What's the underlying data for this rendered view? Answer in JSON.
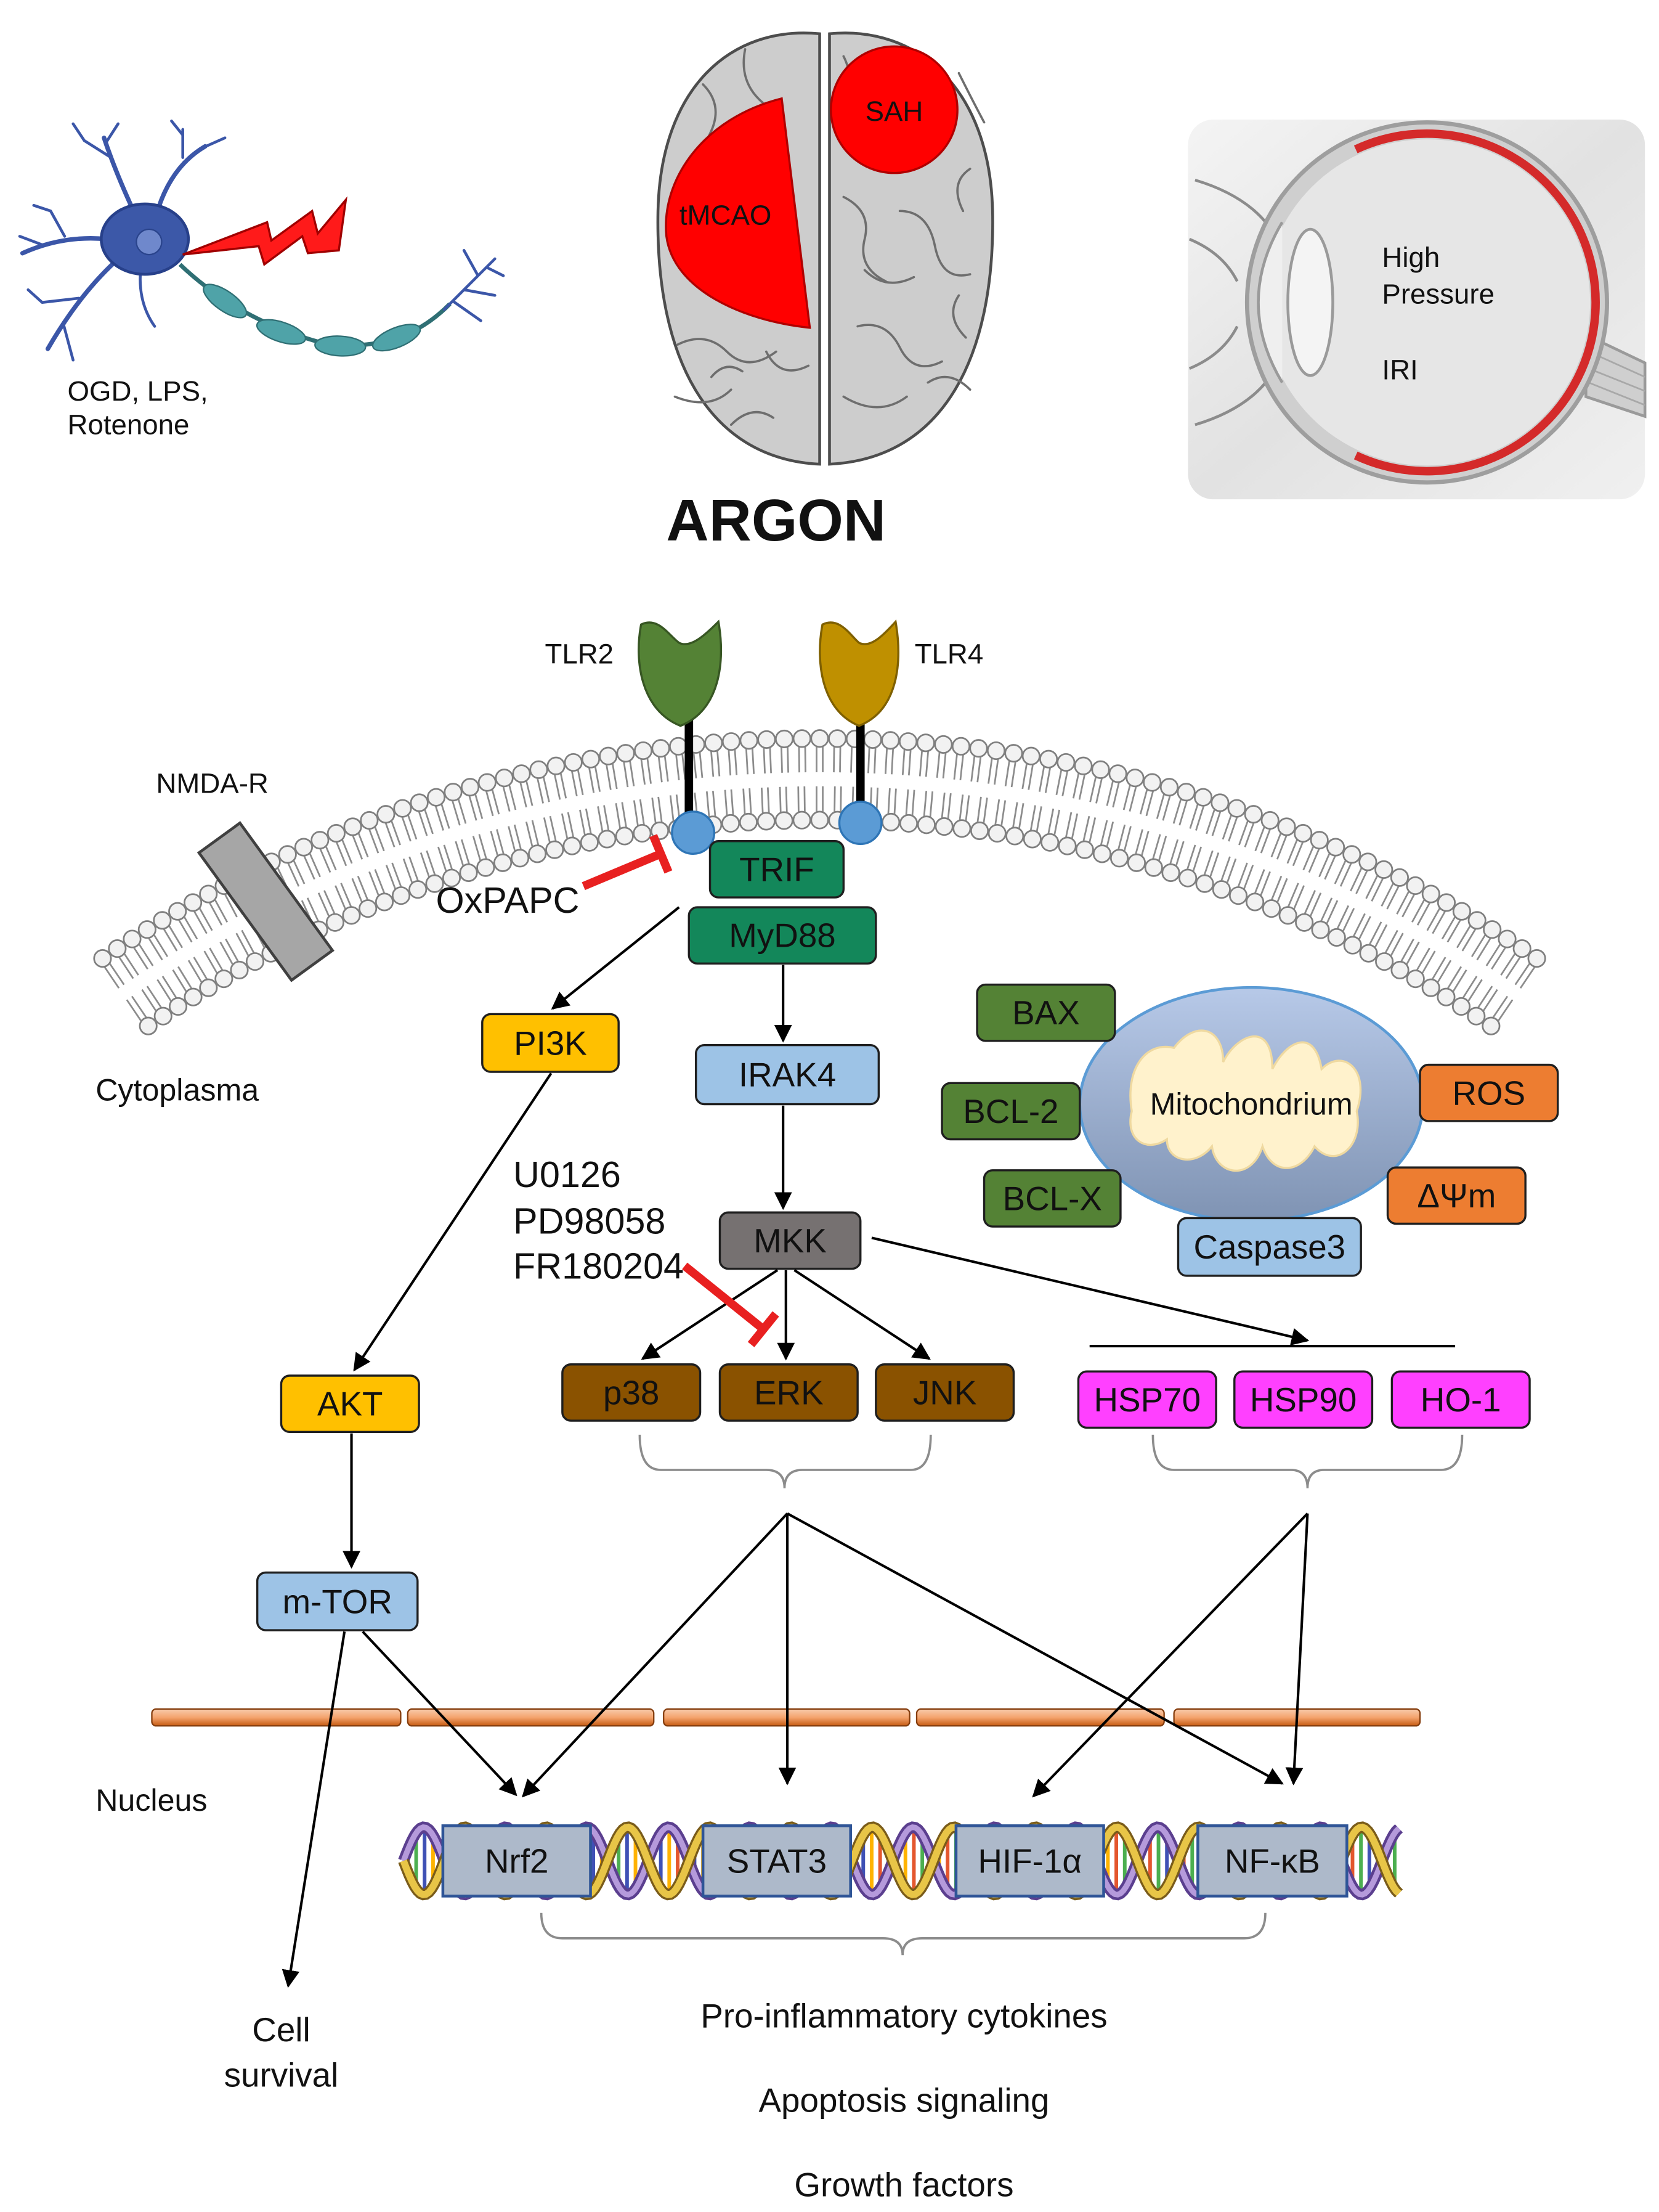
{
  "title": "ARGON",
  "injury_models": {
    "neuron": {
      "caption_line1": "OGD, LPS,",
      "caption_line2": "Rotenone"
    },
    "brain": {
      "left_lesion": "tMCAO",
      "right_lesion": "SAH"
    },
    "eye": {
      "line1": "High",
      "line2": "Pressure",
      "line3": "IRI"
    }
  },
  "membrane": {
    "tlr2": "TLR2",
    "tlr4": "TLR4",
    "nmda": "NMDA-R"
  },
  "compartments": {
    "cytoplasm": "Cytoplasma",
    "nucleus": "Nucleus"
  },
  "inhibitors": {
    "oxpapc": "OxPAPC",
    "erk_inhibitors": [
      "U0126",
      "PD98058",
      "FR180204"
    ]
  },
  "adaptors": {
    "trif": "TRIF",
    "myd88": "MyD88"
  },
  "pi3k_pathway": {
    "pi3k": "PI3K",
    "akt": "AKT",
    "mtor": "m-TOR"
  },
  "mapk_pathway": {
    "irak4": "IRAK4",
    "mkk": "MKK",
    "p38": "p38",
    "erk": "ERK",
    "jnk": "JNK"
  },
  "heat_shock": {
    "hsp70": "HSP70",
    "hsp90": "HSP90",
    "ho1": "HO-1"
  },
  "mitochondria": {
    "label": "Mitochondrium",
    "bax": "BAX",
    "bcl2": "BCL-2",
    "bclx": "BCL-X",
    "ros": "ROS",
    "delta_psi": "ΔΨm",
    "caspase3": "Caspase3"
  },
  "transcription_factors": [
    "Nrf2",
    "STAT3",
    "HIF-1α",
    "NF-κB"
  ],
  "outcomes": {
    "cell_survival_line1": "Cell",
    "cell_survival_line2": "survival",
    "effects": [
      "Pro-inflammatory cytokines",
      "Apoptosis signaling",
      "Growth factors"
    ]
  },
  "colors": {
    "argon_title": "#5b9bd5",
    "inhibitor": "#e82020",
    "lesion": "#ff0000",
    "tlr2": "#548235",
    "tlr4": "#bf9000",
    "adaptor": "#13875a",
    "pi3k_akt": "#ffc000",
    "light_blue": "#9dc3e6",
    "mkk": "#767171",
    "mapk": "#8a5200",
    "heat_shock": "#ff40ff",
    "bcl_family": "#548235",
    "oxidative": "#ed7d31",
    "transcription_factor": "#adb9ca"
  }
}
